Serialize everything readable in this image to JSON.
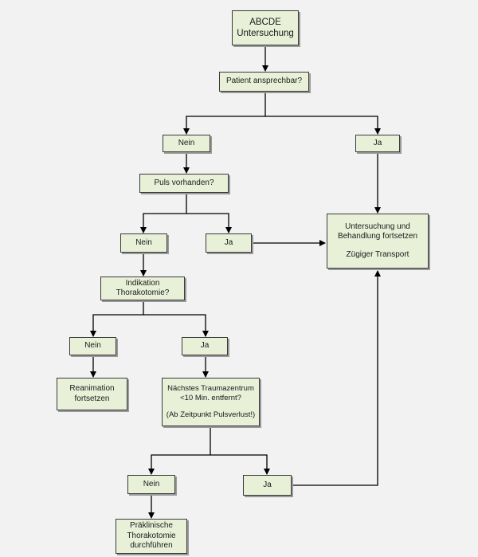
{
  "nodes": {
    "start": [
      "ABCDE",
      "Untersuchung"
    ],
    "q_responsive": "Patient ansprechbar?",
    "no_1": "Nein",
    "yes_1": "Ja",
    "q_pulse": "Puls vorhanden?",
    "no_2": "Nein",
    "yes_2": "Ja",
    "continue": [
      "Untersuchung und",
      "Behandlung fortsetzen",
      "Zügiger Transport"
    ],
    "q_thoracotomy": [
      "Indikation",
      "Thorakotomie?"
    ],
    "no_3": "Nein",
    "yes_3": "Ja",
    "reanimation": [
      "Reanimation",
      "fortsetzen"
    ],
    "q_trauma_center": [
      "Nächstes Traumazentrum",
      "<10 Min. entfernt?",
      "(Ab Zeitpunkt Pulsverlust!)"
    ],
    "no_4": "Nein",
    "yes_4": "Ja",
    "preclinical": [
      "Präklinische",
      "Thorakotomie",
      "durchführen"
    ]
  },
  "colors": {
    "box_fill": "#e8f0d8",
    "box_border": "#3a3a3a",
    "connector": "#000000",
    "background": "#f2f2f2"
  }
}
